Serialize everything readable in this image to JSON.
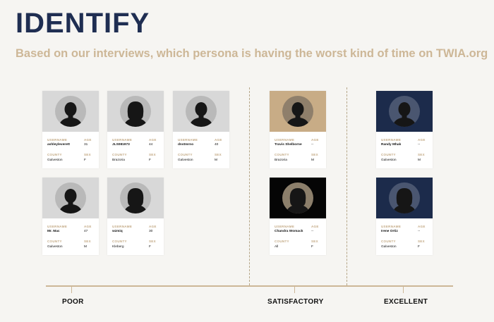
{
  "title": "IDENTIFY",
  "subtitle": "Based on our interviews, which persona is having the worst kind of time on TWIA.org",
  "field_labels": {
    "username": "USERNAME",
    "age": "AGE",
    "county": "COUNTY",
    "sex": "SEX"
  },
  "scale": {
    "poor": "POOR",
    "satisfactory": "SATISFACTORY",
    "excellent": "EXCELLENT"
  },
  "personas": [
    {
      "username": "ashleyleverett",
      "age": "31",
      "county": "Galveston",
      "sex": "F",
      "hair": "short",
      "photo": "gray"
    },
    {
      "username": "JLS081973",
      "age": "44",
      "county": "Brazoria",
      "sex": "F",
      "hair": "bob",
      "photo": "gray"
    },
    {
      "username": "dnstmrno",
      "age": "40",
      "county": "Galveston",
      "sex": "M",
      "hair": "short",
      "photo": "gray"
    },
    {
      "username": "Mr. Mac",
      "age": "47",
      "county": "Galveston",
      "sex": "M",
      "hair": "short",
      "photo": "gray"
    },
    {
      "username": "wzmiq",
      "age": "30",
      "county": "Kleberg",
      "sex": "F",
      "hair": "bob",
      "photo": "gray"
    },
    {
      "username": "Travis Shelborne",
      "age": "--",
      "county": "Brazoria",
      "sex": "M",
      "hair": "short",
      "photo": "tan"
    },
    {
      "username": "Chandra Womack",
      "age": "--",
      "county": "All",
      "sex": "F",
      "hair": "bob",
      "photo": "black"
    },
    {
      "username": "Randy Mhak",
      "age": "--",
      "county": "Galveston",
      "sex": "M",
      "hair": "short",
      "photo": "navy"
    },
    {
      "username": "Irene Ortiz",
      "age": "--",
      "county": "Galveston",
      "sex": "F",
      "hair": "bob",
      "photo": "navy"
    }
  ]
}
